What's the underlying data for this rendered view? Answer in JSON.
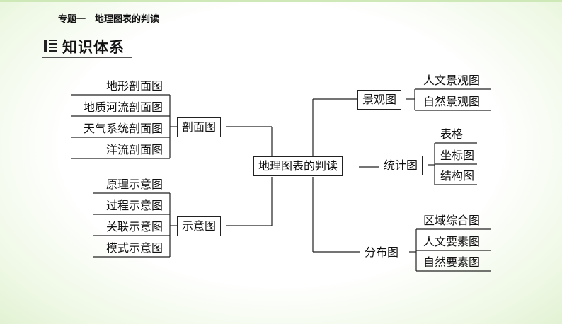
{
  "header": {
    "title": "专题一　地理图表的判读"
  },
  "section": {
    "title": "知识体系"
  },
  "diagram": {
    "root": "地理图表的判读",
    "left": [
      {
        "label": "剖面图",
        "children": [
          "地形剖面图",
          "地质河流剖面图",
          "天气系统剖面图",
          "洋流剖面图"
        ]
      },
      {
        "label": "示意图",
        "children": [
          "原理示意图",
          "过程示意图",
          "关联示意图",
          "模式示意图"
        ]
      }
    ],
    "right": [
      {
        "label": "景观图",
        "children": [
          "人文景观图",
          "自然景观图"
        ]
      },
      {
        "label": "统计图",
        "children": [
          "表格",
          "坐标图",
          "结构图"
        ]
      },
      {
        "label": "分布图",
        "children": [
          "区域综合图",
          "人文要素图",
          "自然要素图"
        ]
      }
    ]
  }
}
